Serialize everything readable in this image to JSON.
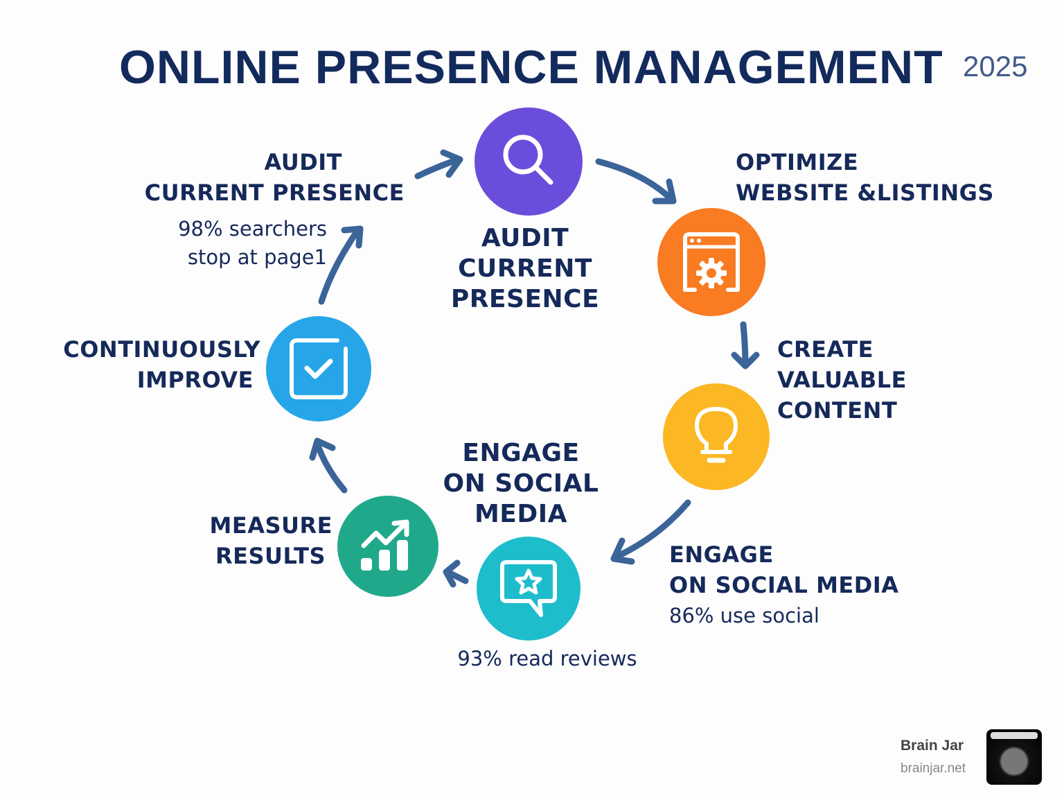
{
  "header": {
    "title": "ONLINE PRESENCE MANAGEMENT",
    "year": "2025"
  },
  "steps": [
    {
      "id": "audit",
      "icon": "magnifier-icon",
      "color": "#6a4ddb",
      "center_label": [
        "AUDIT",
        "CURRENT",
        "PRESENCE"
      ],
      "side_label": [
        "AUDIT",
        "CURRENT PRESENCE"
      ],
      "stat": [
        "98% searchers",
        "stop at page1"
      ]
    },
    {
      "id": "optimize",
      "icon": "browser-gear-icon",
      "color": "#f97b22",
      "side_label": [
        "OPTIMIZE",
        "WEBSITE &LISTINGS"
      ]
    },
    {
      "id": "create",
      "icon": "lightbulb-icon",
      "color": "#fbb724",
      "side_label": [
        "CREATE",
        "VALUABLE",
        "CONTENT"
      ]
    },
    {
      "id": "engage",
      "icon": "chat-star-icon",
      "color": "#1ebdcc",
      "center_label": [
        "ENGAGE",
        "ON SOCIAL",
        "MEDIA"
      ],
      "side_label": [
        "ENGAGE",
        "ON SOCIAL MEDIA"
      ],
      "stat": "86% use social",
      "stat_below": "93% read reviews"
    },
    {
      "id": "measure",
      "icon": "growth-chart-icon",
      "color": "#1fa98a",
      "side_label": [
        "MEASURE",
        "RESULTS"
      ]
    },
    {
      "id": "improve",
      "icon": "checkbox-icon",
      "color": "#26a6e8",
      "side_label": [
        "CONTINUOUSLY",
        "IMPROVE"
      ]
    }
  ],
  "arrow_color": "#3b6499",
  "footer": {
    "brand_name": "Brain Jar",
    "brand_url": "brainjar.net"
  }
}
